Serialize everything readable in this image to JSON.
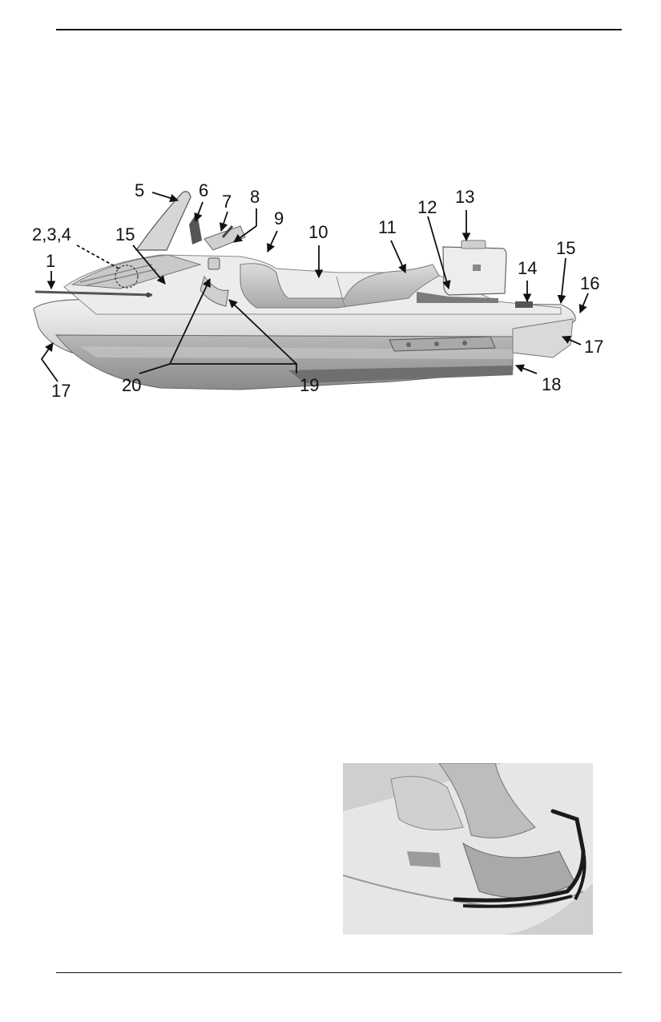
{
  "diagram": {
    "callouts": [
      {
        "id": "1",
        "text": "1"
      },
      {
        "id": "2-3-4",
        "text": "2,3,4"
      },
      {
        "id": "5",
        "text": "5"
      },
      {
        "id": "6",
        "text": "6"
      },
      {
        "id": "7",
        "text": "7"
      },
      {
        "id": "8",
        "text": "8"
      },
      {
        "id": "9",
        "text": "9"
      },
      {
        "id": "10",
        "text": "10"
      },
      {
        "id": "11",
        "text": "11"
      },
      {
        "id": "12",
        "text": "12"
      },
      {
        "id": "13",
        "text": "13"
      },
      {
        "id": "14",
        "text": "14"
      },
      {
        "id": "15a",
        "text": "15"
      },
      {
        "id": "15b",
        "text": "15"
      },
      {
        "id": "16",
        "text": "16"
      },
      {
        "id": "17a",
        "text": "17"
      },
      {
        "id": "17b",
        "text": "17"
      },
      {
        "id": "18",
        "text": "18"
      },
      {
        "id": "19",
        "text": "19"
      },
      {
        "id": "20",
        "text": "20"
      }
    ]
  },
  "colors": {
    "hull_light": "#e4e4e4",
    "hull_dark": "#9a9a9a",
    "stripe": "#6f6f6f",
    "line": "#111111"
  }
}
